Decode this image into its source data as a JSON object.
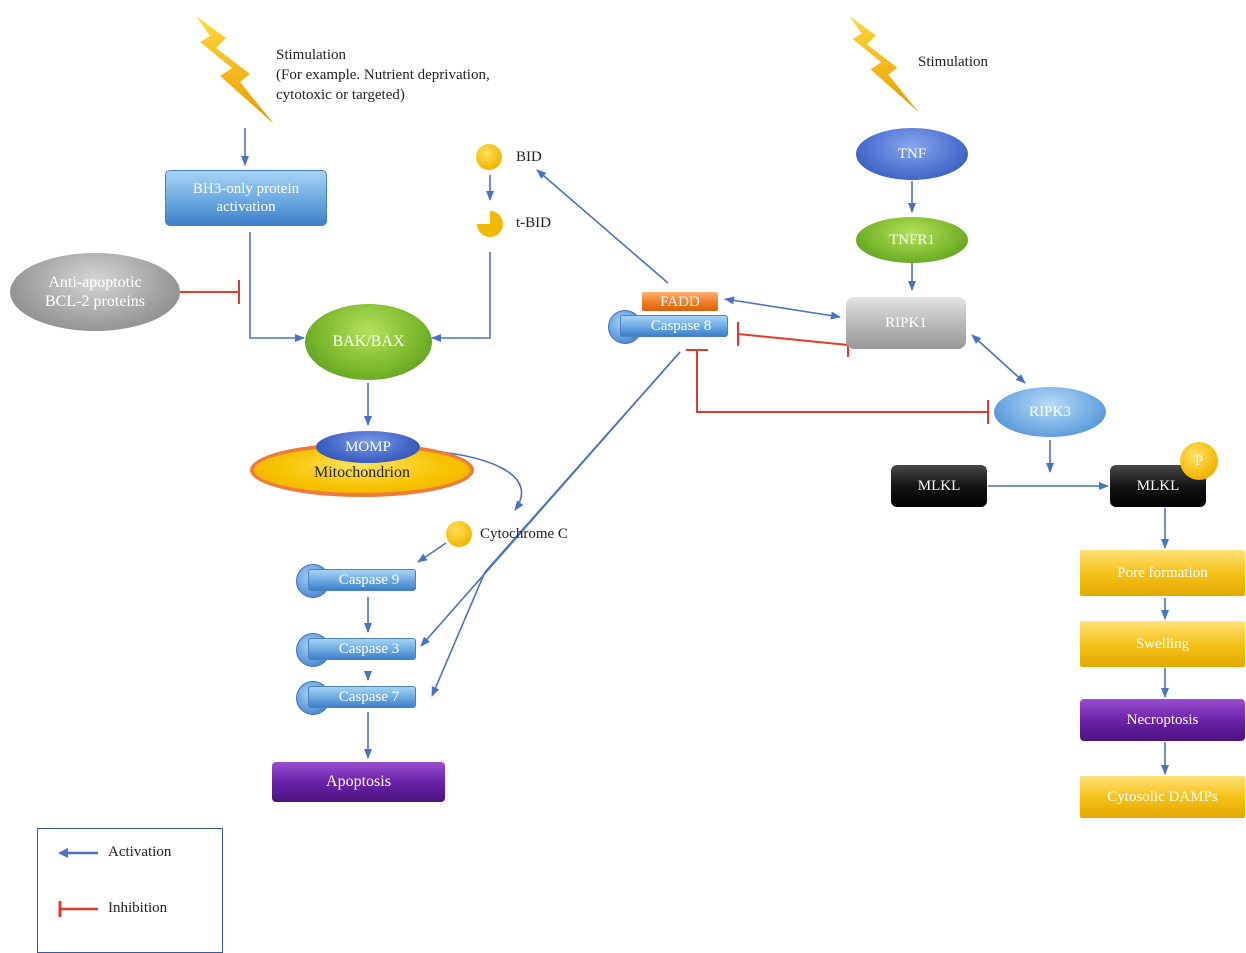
{
  "nodes": {
    "stimulation_left": "Stimulation",
    "stimulation_left_detail_1": "(For example. Nutrient deprivation,",
    "stimulation_left_detail_2": "cytotoxic or targeted)",
    "bh3": "BH3-only protein activation",
    "anti_apoptotic": "Anti-apoptotic BCL-2 proteins",
    "bak_bax": "BAK/BAX",
    "momp": "MOMP",
    "mitochondrion": "Mitochondrion",
    "bid": "BID",
    "tbid": "t-BID",
    "cytochrome_c": "Cytochrome C",
    "caspase9": "Caspase 9",
    "caspase3": "Caspase 3",
    "caspase7": "Caspase 7",
    "apoptosis": "Apoptosis",
    "fadd": "FADD",
    "caspase8": "Caspase 8",
    "stimulation_right": "Stimulation",
    "tnf": "TNF",
    "tnfr1": "TNFR1",
    "ripk1": "RIPK1",
    "ripk3": "RIPK3",
    "mlkl": "MLKL",
    "mlkl_p": "MLKL",
    "phospho": "P",
    "pore_formation": "Pore formation",
    "swelling": "Swelling",
    "necroptosis": "Necroptosis",
    "cytosolic_damps": "Cytosolic DAMPs"
  },
  "legend": {
    "activation": "Activation",
    "inhibition": "Inhibition"
  },
  "colors": {
    "activation": "#4a72c4",
    "inhibition": "#e03a2a"
  }
}
